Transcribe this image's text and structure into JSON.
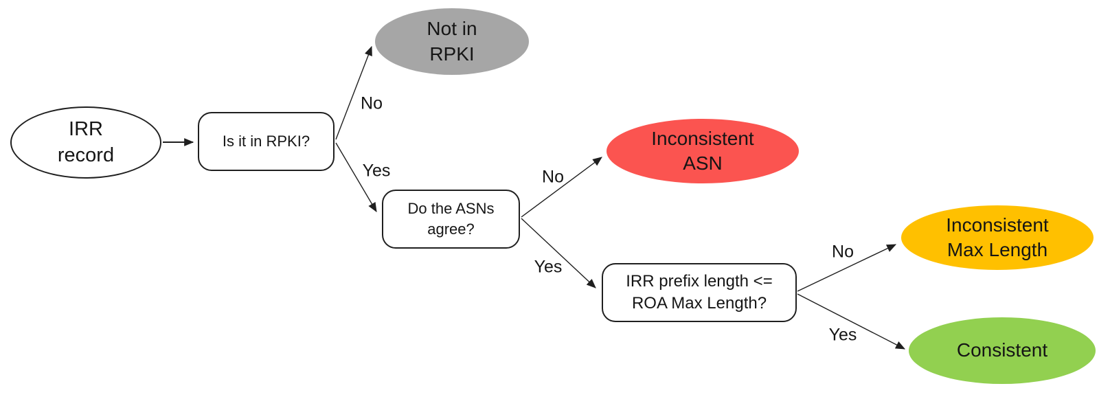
{
  "diagram_title": "IRR record RPKI consistency decision tree",
  "colors": {
    "stroke": "#1f1f1f",
    "process_fill": "#ffffff",
    "not_in_rpki_fill": "#a6a6a6",
    "inconsistent_asn_fill": "#fb5450",
    "inconsistent_max_length_fill": "#ffc000",
    "consistent_fill": "#92d050"
  },
  "nodes": {
    "irr_record": {
      "line1": "IRR",
      "line2": "record"
    },
    "is_in_rpki": {
      "label": "Is it in RPKI?"
    },
    "not_in_rpki": {
      "line1": "Not in",
      "line2": "RPKI"
    },
    "asns_agree": {
      "line1": "Do the ASNs",
      "line2": "agree?"
    },
    "inconsistent_asn": {
      "line1": "Inconsistent",
      "line2": "ASN"
    },
    "prefix_length": {
      "line1": "IRR prefix length <=",
      "line2": "ROA Max Length?"
    },
    "inconsistent_max_length": {
      "line1": "Inconsistent",
      "line2": "Max Length"
    },
    "consistent": {
      "label": "Consistent"
    }
  },
  "edges": {
    "rpki_no": "No",
    "rpki_yes": "Yes",
    "asn_no": "No",
    "asn_yes": "Yes",
    "maxlen_no": "No",
    "maxlen_yes": "Yes"
  }
}
